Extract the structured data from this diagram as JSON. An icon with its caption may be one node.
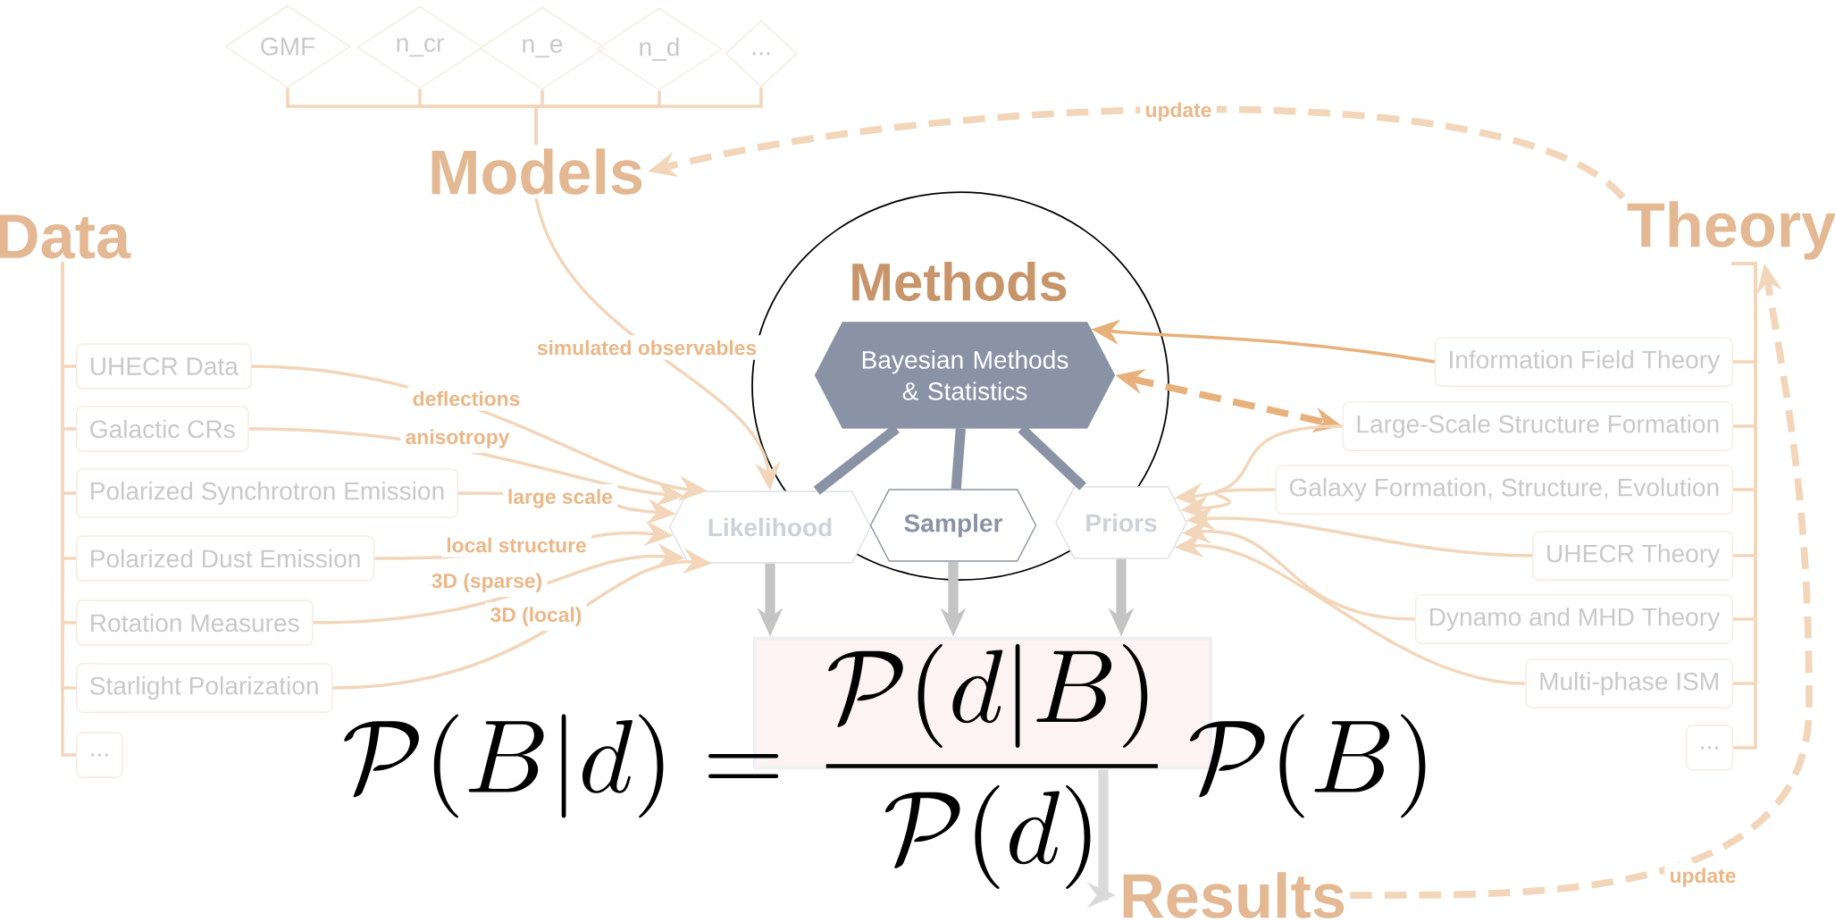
{
  "diagram": {
    "nodes": [
      {
        "text": [
          "Models"
        ]
      },
      {
        "text": [
          "GMF"
        ]
      },
      {
        "text": [
          "n_cr"
        ]
      },
      {
        "text": [
          "n_e"
        ]
      },
      {
        "text": [
          "n_d"
        ]
      },
      {
        "text": [
          "..."
        ]
      },
      {
        "text": [
          "Data"
        ]
      },
      {
        "text": [
          "UHECR Data"
        ]
      },
      {
        "text": [
          "Galactic CRs"
        ]
      },
      {
        "text": [
          "Polarized Synchrotron Emission"
        ]
      },
      {
        "text": [
          "Polarized Dust Emission"
        ]
      },
      {
        "text": [
          "Rotation Measures"
        ]
      },
      {
        "text": [
          "Starlight Polarization"
        ]
      },
      {
        "text": [
          "..."
        ]
      },
      {
        "text": [
          "Methods"
        ]
      },
      {
        "text": [
          "Bayesian Methods & Statistics"
        ]
      },
      {
        "text": [
          "Likelihood"
        ]
      },
      {
        "text": [
          "Sampler"
        ]
      },
      {
        "text": [
          "Priors"
        ]
      },
      {
        "text": [],
        "shape": "box"
      },
      {
        "text": [
          "Results"
        ]
      },
      {
        "text": [
          "Theory"
        ]
      },
      {
        "text": [
          "Information Field Theory"
        ]
      },
      {
        "text": [
          "Large-Scale Structure Formation"
        ]
      },
      {
        "text": [
          "Galaxy Formation, Structure, Evolution"
        ]
      },
      {
        "text": [
          "UHECR Theory"
        ]
      },
      {
        "text": [
          "Dynamo and MHD Theory"
        ]
      },
      {
        "text": [
          "Multi-phase ISM"
        ]
      },
      {
        "text": [
          "..."
        ]
      }
    ],
    "edges": [
      {
        "from": 1,
        "to": 0,
        "arrow": "none"
      },
      {
        "from": 2,
        "to": 0,
        "arrow": "none"
      },
      {
        "from": 3,
        "to": 0,
        "arrow": "none"
      },
      {
        "from": 4,
        "to": 0,
        "arrow": "none"
      },
      {
        "from": 5,
        "to": 0,
        "arrow": "none"
      },
      {
        "from": 6,
        "to": 7,
        "arrow": "none"
      },
      {
        "from": 6,
        "to": 8,
        "arrow": "none"
      },
      {
        "from": 6,
        "to": 9,
        "arrow": "none"
      },
      {
        "from": 6,
        "to": 10,
        "arrow": "none"
      },
      {
        "from": 6,
        "to": 11,
        "arrow": "none"
      },
      {
        "from": 6,
        "to": 12,
        "arrow": "none"
      },
      {
        "from": 6,
        "to": 13,
        "arrow": "none"
      },
      {
        "from": 21,
        "to": 22,
        "arrow": "none"
      },
      {
        "from": 21,
        "to": 23,
        "arrow": "none"
      },
      {
        "from": 21,
        "to": 24,
        "arrow": "none"
      },
      {
        "from": 21,
        "to": 25,
        "arrow": "none"
      },
      {
        "from": 21,
        "to": 26,
        "arrow": "none"
      },
      {
        "from": 21,
        "to": 27,
        "arrow": "none"
      },
      {
        "from": 21,
        "to": 28,
        "arrow": "none"
      },
      {
        "from": 0,
        "to": 16,
        "arrow": "to",
        "label": "simulated observables"
      },
      {
        "from": 7,
        "to": 16,
        "arrow": "to",
        "label": "deflections"
      },
      {
        "from": 8,
        "to": 16,
        "arrow": "to",
        "label": "anisotropy"
      },
      {
        "from": 9,
        "to": 16,
        "arrow": "to",
        "label": "large scale"
      },
      {
        "from": 10,
        "to": 16,
        "arrow": "to",
        "label": "local structure"
      },
      {
        "from": 11,
        "to": 16,
        "arrow": "to",
        "label": "3D (sparse)"
      },
      {
        "from": 12,
        "to": 16,
        "arrow": "to",
        "label": "3D (local)"
      },
      {
        "from": 15,
        "to": 16,
        "arrow": "none",
        "style": "thick",
        "color": "#8a93a6"
      },
      {
        "from": 15,
        "to": 17,
        "arrow": "none",
        "style": "thick",
        "color": "#8a93a6"
      },
      {
        "from": 15,
        "to": 18,
        "arrow": "none",
        "style": "thick",
        "color": "#8a93a6"
      },
      {
        "from": 22,
        "to": 15,
        "arrow": "to",
        "color": "#e8b07a"
      },
      {
        "from": 15,
        "to": 23,
        "arrow": "both",
        "style": "dashed",
        "color": "#e8b07a"
      },
      {
        "from": 23,
        "to": 18,
        "arrow": "to"
      },
      {
        "from": 24,
        "to": 18,
        "arrow": "to"
      },
      {
        "from": 25,
        "to": 18,
        "arrow": "to"
      },
      {
        "from": 26,
        "to": 18,
        "arrow": "to"
      },
      {
        "from": 27,
        "to": 18,
        "arrow": "to"
      },
      {
        "from": 16,
        "to": 19,
        "arrow": "to",
        "style": "thick",
        "color": "#c4c4c4"
      },
      {
        "from": 17,
        "to": 19,
        "arrow": "to",
        "style": "thick",
        "color": "#c4c4c4"
      },
      {
        "from": 18,
        "to": 19,
        "arrow": "to",
        "style": "thick",
        "color": "#c4c4c4"
      },
      {
        "from": 19,
        "to": 20,
        "arrow": "to",
        "style": "thick",
        "color": "#dadada"
      },
      {
        "from": 20,
        "to": 21,
        "arrow": "to",
        "style": "dashed",
        "label": "update"
      },
      {
        "from": 21,
        "to": 0,
        "arrow": "to",
        "style": "dashed",
        "label": "update"
      }
    ],
    "labels": [
      "\\mathcal{P}(B|d) = \\frac{\\mathcal{P}(d|B)}{\\mathcal{P}(d)}\\,\\mathcal{P}(B)"
    ]
  }
}
